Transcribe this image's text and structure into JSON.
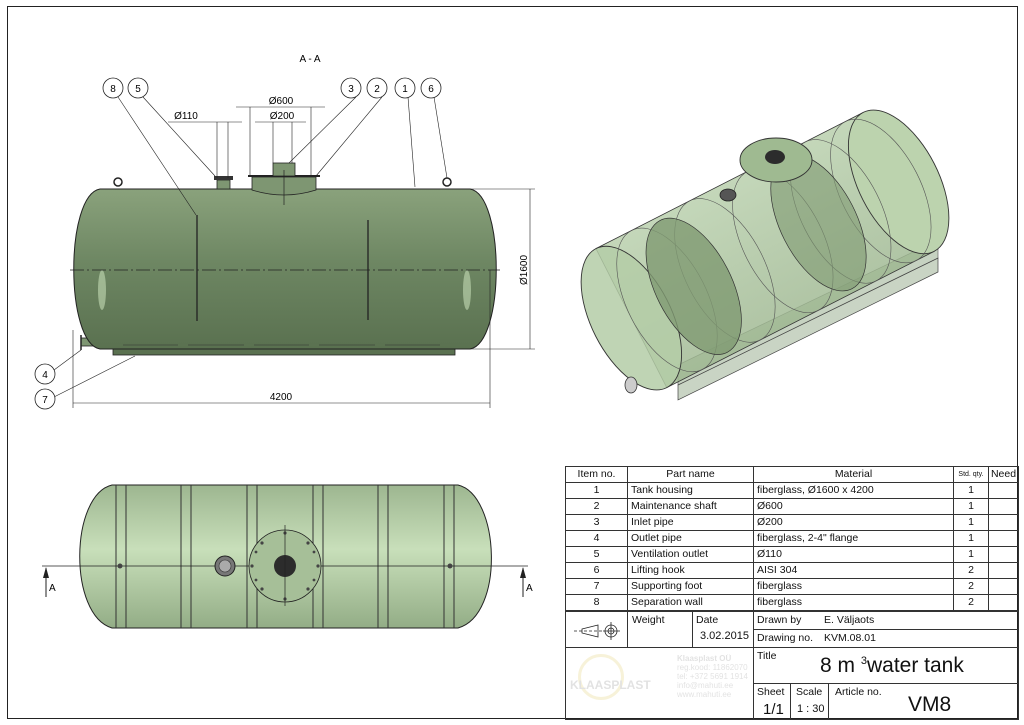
{
  "section_label": "A - A",
  "section_marker": "A",
  "balloons": [
    "8",
    "5",
    "3",
    "2",
    "1",
    "6",
    "4",
    "7"
  ],
  "dimensions": {
    "d110": "Ø110",
    "d600": "Ø600",
    "d200": "Ø200",
    "d1600": "Ø1600",
    "length": "4200"
  },
  "parts_table": {
    "headers": [
      "Item no.",
      "Part name",
      "Material",
      "Std. qty.",
      "Need"
    ],
    "rows": [
      {
        "item": "1",
        "name": "Tank housing",
        "material": "fiberglass, Ø1600 x 4200",
        "qty": "1",
        "need": ""
      },
      {
        "item": "2",
        "name": "Maintenance shaft",
        "material": "Ø600",
        "qty": "1",
        "need": ""
      },
      {
        "item": "3",
        "name": "Inlet pipe",
        "material": "Ø200",
        "qty": "1",
        "need": ""
      },
      {
        "item": "4",
        "name": "Outlet pipe",
        "material": "fiberglass, 2-4\" flange",
        "qty": "1",
        "need": ""
      },
      {
        "item": "5",
        "name": "Ventilation outlet",
        "material": "Ø110",
        "qty": "1",
        "need": ""
      },
      {
        "item": "6",
        "name": "Lifting hook",
        "material": "AISI 304",
        "qty": "2",
        "need": ""
      },
      {
        "item": "7",
        "name": "Supporting foot",
        "material": "fiberglass",
        "qty": "2",
        "need": ""
      },
      {
        "item": "8",
        "name": "Separation wall",
        "material": "fiberglass",
        "qty": "2",
        "need": ""
      }
    ]
  },
  "title_block": {
    "weight_label": "Weight",
    "date_label": "Date",
    "date": "3.02.2015",
    "drawn_by_label": "Drawn by",
    "drawn_by": "E. Väljaots",
    "drawing_no_label": "Drawing no.",
    "drawing_no": "KVM.08.01",
    "title_label": "Title",
    "title_main": "8 m",
    "title_sup": "3",
    "title_rest": "water tank",
    "sheet_label": "Sheet",
    "sheet": "1/1",
    "scale_label": "Scale",
    "scale": "1 : 30",
    "article_label": "Article no.",
    "article": "VM8"
  },
  "logo": {
    "brand": "KLAASPLAST",
    "company": "Klaasplast OÜ",
    "reg": "reg.kood: 11862070",
    "tel": "tel: +372 5691 1914",
    "email": "info@mahuti.ee",
    "web": "www.mahuti.ee"
  },
  "colors": {
    "tank": "#8fa882",
    "tank_dark": "#5f7556",
    "tank_light": "#c4dcb6",
    "line": "#222222"
  }
}
